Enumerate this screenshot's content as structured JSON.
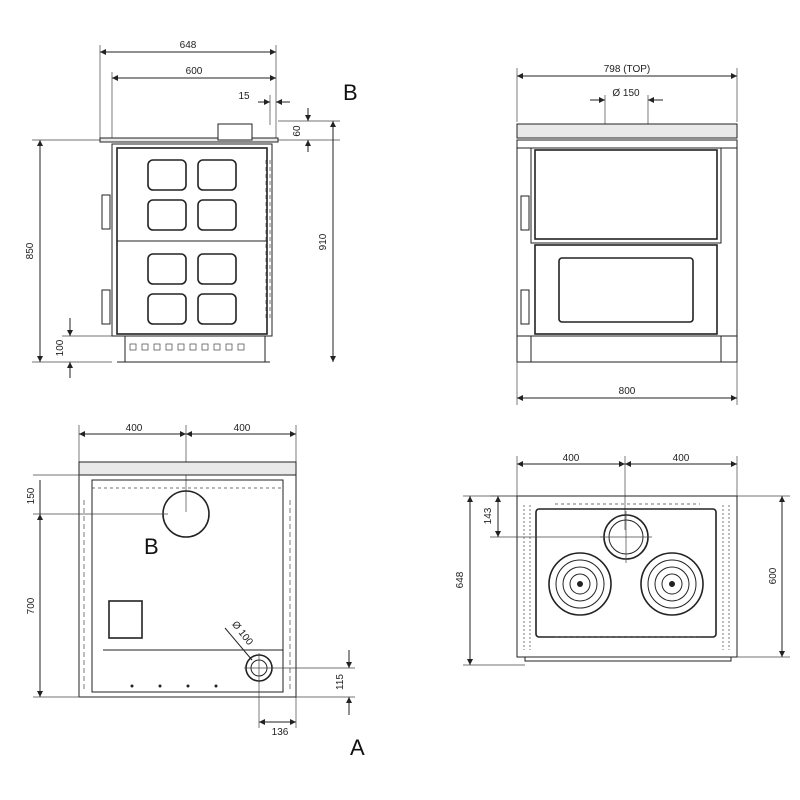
{
  "side_view": {
    "dim_648": "648",
    "dim_600": "600",
    "dim_15": "15",
    "dim_60": "60",
    "dim_850": "850",
    "dim_910": "910",
    "dim_100": "100",
    "label_b": "B"
  },
  "front_view": {
    "dim_798_top": "798  (TOP)",
    "dim_150": "Ø  150",
    "dim_800": "800"
  },
  "rear_view": {
    "dim_400_left": "400",
    "dim_400_right": "400",
    "dim_150": "150",
    "dim_700": "700",
    "dim_100": "Ø  100",
    "dim_115": "115",
    "dim_136": "136",
    "label_b": "B",
    "label_a": "A"
  },
  "top_view": {
    "dim_400_left": "400",
    "dim_400_right": "400",
    "dim_143": "143",
    "dim_648": "648",
    "dim_600": "600"
  }
}
